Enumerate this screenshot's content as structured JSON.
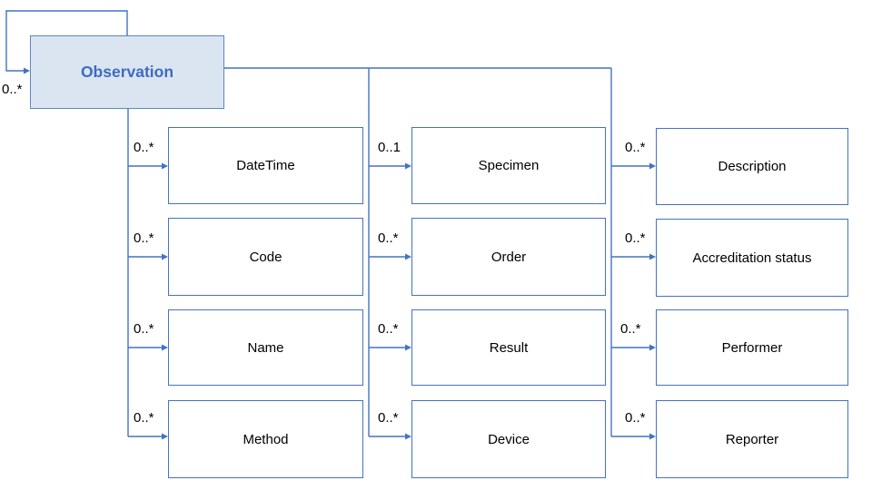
{
  "colors": {
    "accent": "#4472c4",
    "box_border": "#4472c4",
    "root_fill": "#dbe5f2",
    "root_border": "#5b87c9",
    "root_text": "#3d6cc0",
    "label_text": "#000000"
  },
  "root": {
    "label": "Observation",
    "self_cardinality": "0..*"
  },
  "columns": [
    {
      "nodes": [
        {
          "label": "DateTime",
          "cardinality": "0..*"
        },
        {
          "label": "Code",
          "cardinality": "0..*"
        },
        {
          "label": "Name",
          "cardinality": "0..*"
        },
        {
          "label": "Method",
          "cardinality": "0..*"
        }
      ]
    },
    {
      "nodes": [
        {
          "label": "Specimen",
          "cardinality": "0..1"
        },
        {
          "label": "Order",
          "cardinality": "0..*"
        },
        {
          "label": "Result",
          "cardinality": "0..*"
        },
        {
          "label": "Device",
          "cardinality": "0..*"
        }
      ]
    },
    {
      "nodes": [
        {
          "label": "Description",
          "cardinality": "0..*"
        },
        {
          "label": "Accreditation status",
          "cardinality": "0..*"
        },
        {
          "label": "Performer",
          "cardinality": "0..*"
        },
        {
          "label": "Reporter",
          "cardinality": "0..*"
        }
      ]
    }
  ]
}
